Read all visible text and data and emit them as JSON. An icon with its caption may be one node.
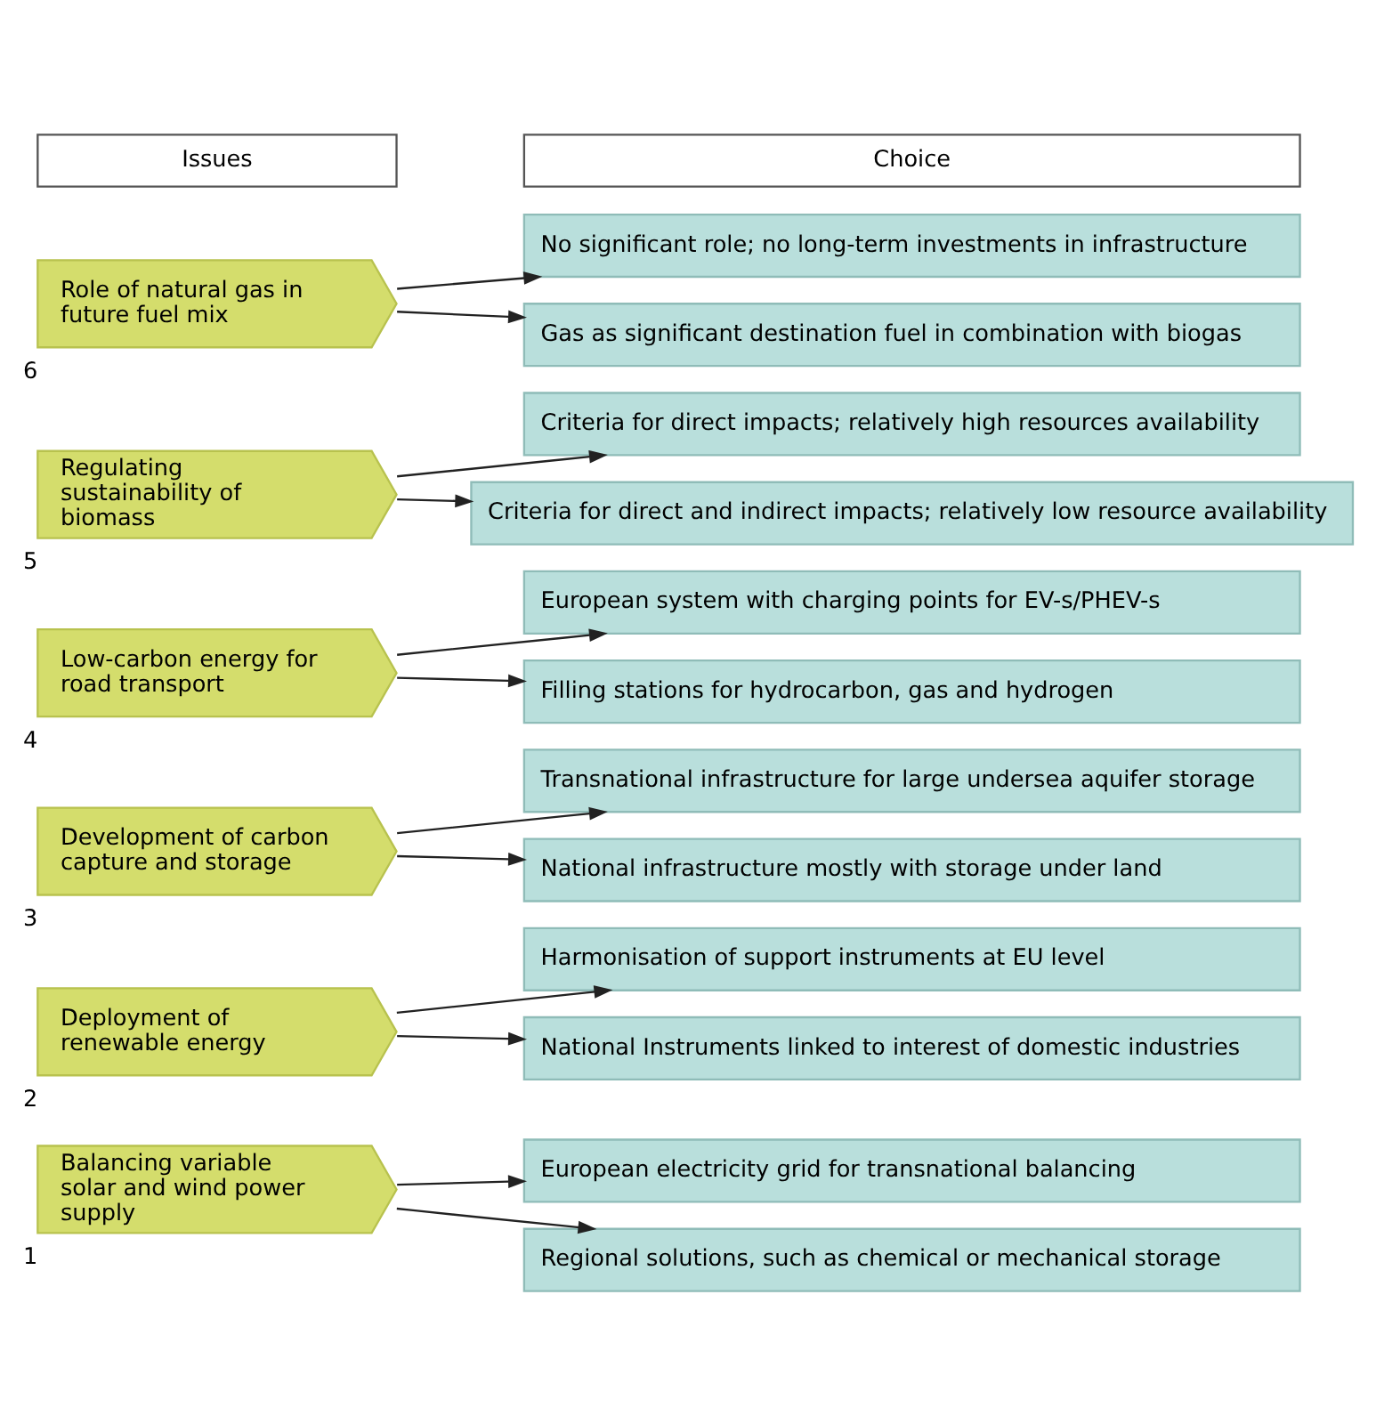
{
  "diagram": {
    "nodes": [
      {
        "text": [
          "Balancing variable solar and wind power supply"
        ],
        "beside": [
          "1"
        ]
      },
      {
        "text": [
          "European electricity grid for transnational balancing"
        ]
      },
      {
        "text": [
          "Regional solutions, such as chemical or mechanical storage"
        ]
      },
      {
        "text": [
          "Deployment of renewable energy"
        ],
        "beside": [
          "2"
        ]
      },
      {
        "text": [
          "Harmonisation of support instruments at EU level"
        ]
      },
      {
        "text": [
          "National Instruments linked to interest of domestic industries"
        ]
      },
      {
        "text": [
          "Development of carbon capture and storage"
        ],
        "beside": [
          "3"
        ]
      },
      {
        "text": [
          "Transnational infrastructure for large undersea aquifer storage"
        ]
      },
      {
        "text": [
          "National infrastructure mostly with storage under land"
        ]
      },
      {
        "text": [
          "Low-carbon energy for road transport"
        ],
        "beside": [
          "4"
        ]
      },
      {
        "text": [
          "European system with charging points for EV-s/PHEV-s"
        ]
      },
      {
        "text": [
          "Filling stations for hydrocarbon, gas and hydrogen"
        ]
      },
      {
        "text": [
          "Regulating sustainability of biomass"
        ],
        "beside": [
          "5"
        ]
      },
      {
        "text": [
          "Criteria for direct impacts; relatively high resources availability"
        ]
      },
      {
        "text": [
          "Criteria for direct and indirect impacts; relatively low resource availability"
        ]
      },
      {
        "text": [
          "Role of natural gas in future fuel mix"
        ],
        "beside": [
          "6"
        ]
      },
      {
        "text": [
          "No significant role; no long-term investments in infrastructure"
        ]
      },
      {
        "text": [
          "Gas as significant destination fuel in combination with biogas"
        ]
      }
    ],
    "edges": [
      {
        "from": 0,
        "to": 1,
        "arrow": "to"
      },
      {
        "from": 0,
        "to": 2,
        "arrow": "to"
      },
      {
        "from": 3,
        "to": 4,
        "arrow": "to"
      },
      {
        "from": 3,
        "to": 5,
        "arrow": "to"
      },
      {
        "from": 6,
        "to": 7,
        "arrow": "to"
      },
      {
        "from": 6,
        "to": 8,
        "arrow": "to"
      },
      {
        "from": 9,
        "to": 10,
        "arrow": "to"
      },
      {
        "from": 9,
        "to": 11,
        "arrow": "to"
      },
      {
        "from": 12,
        "to": 13,
        "arrow": "to"
      },
      {
        "from": 12,
        "to": 14,
        "arrow": "to"
      },
      {
        "from": 15,
        "to": 16,
        "arrow": "to"
      },
      {
        "from": 15,
        "to": 17,
        "arrow": "to"
      }
    ],
    "labels": [
      "Issues",
      "Choice"
    ]
  }
}
